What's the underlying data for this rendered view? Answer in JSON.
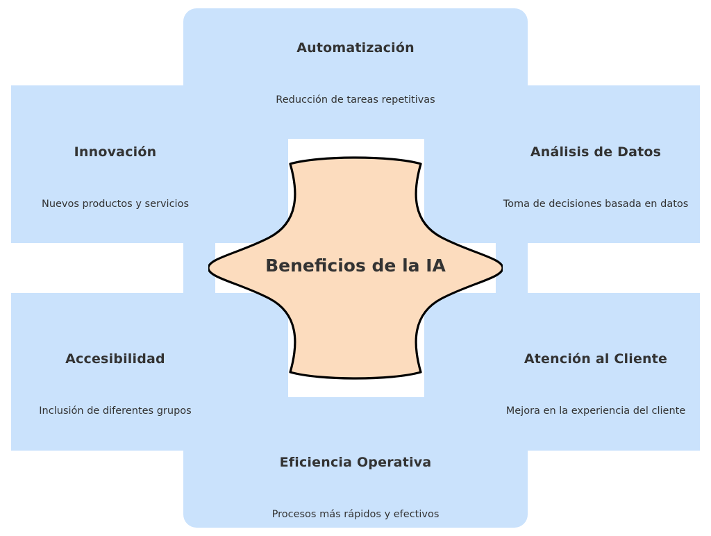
{
  "diagram": {
    "title_visible": false,
    "colors": {
      "branch_fill": "#cae2fc",
      "center_fill": "#fcdcbe",
      "center_stroke": "#000000",
      "text": "#333333",
      "background": "#ffffff"
    },
    "center": {
      "label": "Beneficios de la IA",
      "shape": "flower"
    },
    "branches": [
      {
        "id": "automatizacion",
        "position": "top",
        "title": "Automatización",
        "description": "Reducción de tareas repetitivas"
      },
      {
        "id": "innovacion",
        "position": "left-upper",
        "title": "Innovación",
        "description": "Nuevos productos y servicios"
      },
      {
        "id": "analisis-de-datos",
        "position": "right-upper",
        "title": "Análisis de Datos",
        "description": "Toma de decisiones basada en datos"
      },
      {
        "id": "accesibilidad",
        "position": "left-lower",
        "title": "Accesibilidad",
        "description": "Inclusión de diferentes grupos"
      },
      {
        "id": "atencion-al-cliente",
        "position": "right-lower",
        "title": "Atención al Cliente",
        "description": "Mejora en la experiencia del cliente"
      },
      {
        "id": "eficiencia-operativa",
        "position": "bottom",
        "title": "Eficiencia Operativa",
        "description": "Procesos más rápidos y efectivos"
      }
    ]
  }
}
